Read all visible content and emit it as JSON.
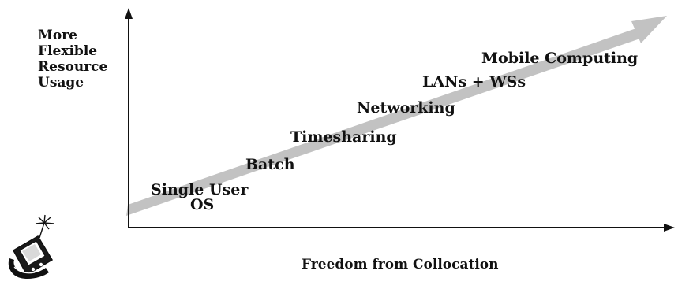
{
  "y_axis_label": [
    "More",
    "Flexible",
    "Resource",
    "Usage"
  ],
  "x_axis_label": "Freedom from Collocation",
  "stages": [
    "Single User",
    "OS",
    "Batch",
    "Timesharing",
    "Networking",
    "LANs + WSs",
    "Mobile Computing"
  ],
  "colors": {
    "arrow": "#bdbdbd",
    "axis": "#111111",
    "text": "#111111"
  },
  "icons": [
    "pda-device-icon"
  ]
}
